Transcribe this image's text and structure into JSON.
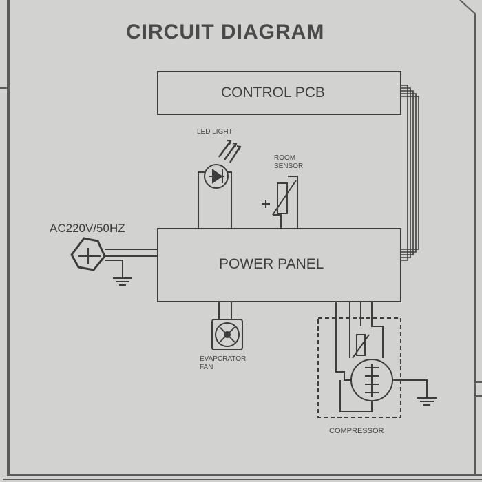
{
  "title": "CIRCUIT DIAGRAM",
  "blocks": {
    "control_pcb": "CONTROL PCB",
    "power_panel": "POWER PANEL"
  },
  "components": {
    "led_light": "LED LIGHT",
    "room_sensor_line1": "ROOM",
    "room_sensor_line2": "SENSOR",
    "supply": "AC220V/50HZ",
    "fan_line1": "EVAPCRATOR",
    "fan_line2": "FAN",
    "compressor": "COMPRESSOR"
  },
  "colors": {
    "paper": "#d2d3d0",
    "ink": "#3c3c3c",
    "frame": "#5a5a5a"
  }
}
